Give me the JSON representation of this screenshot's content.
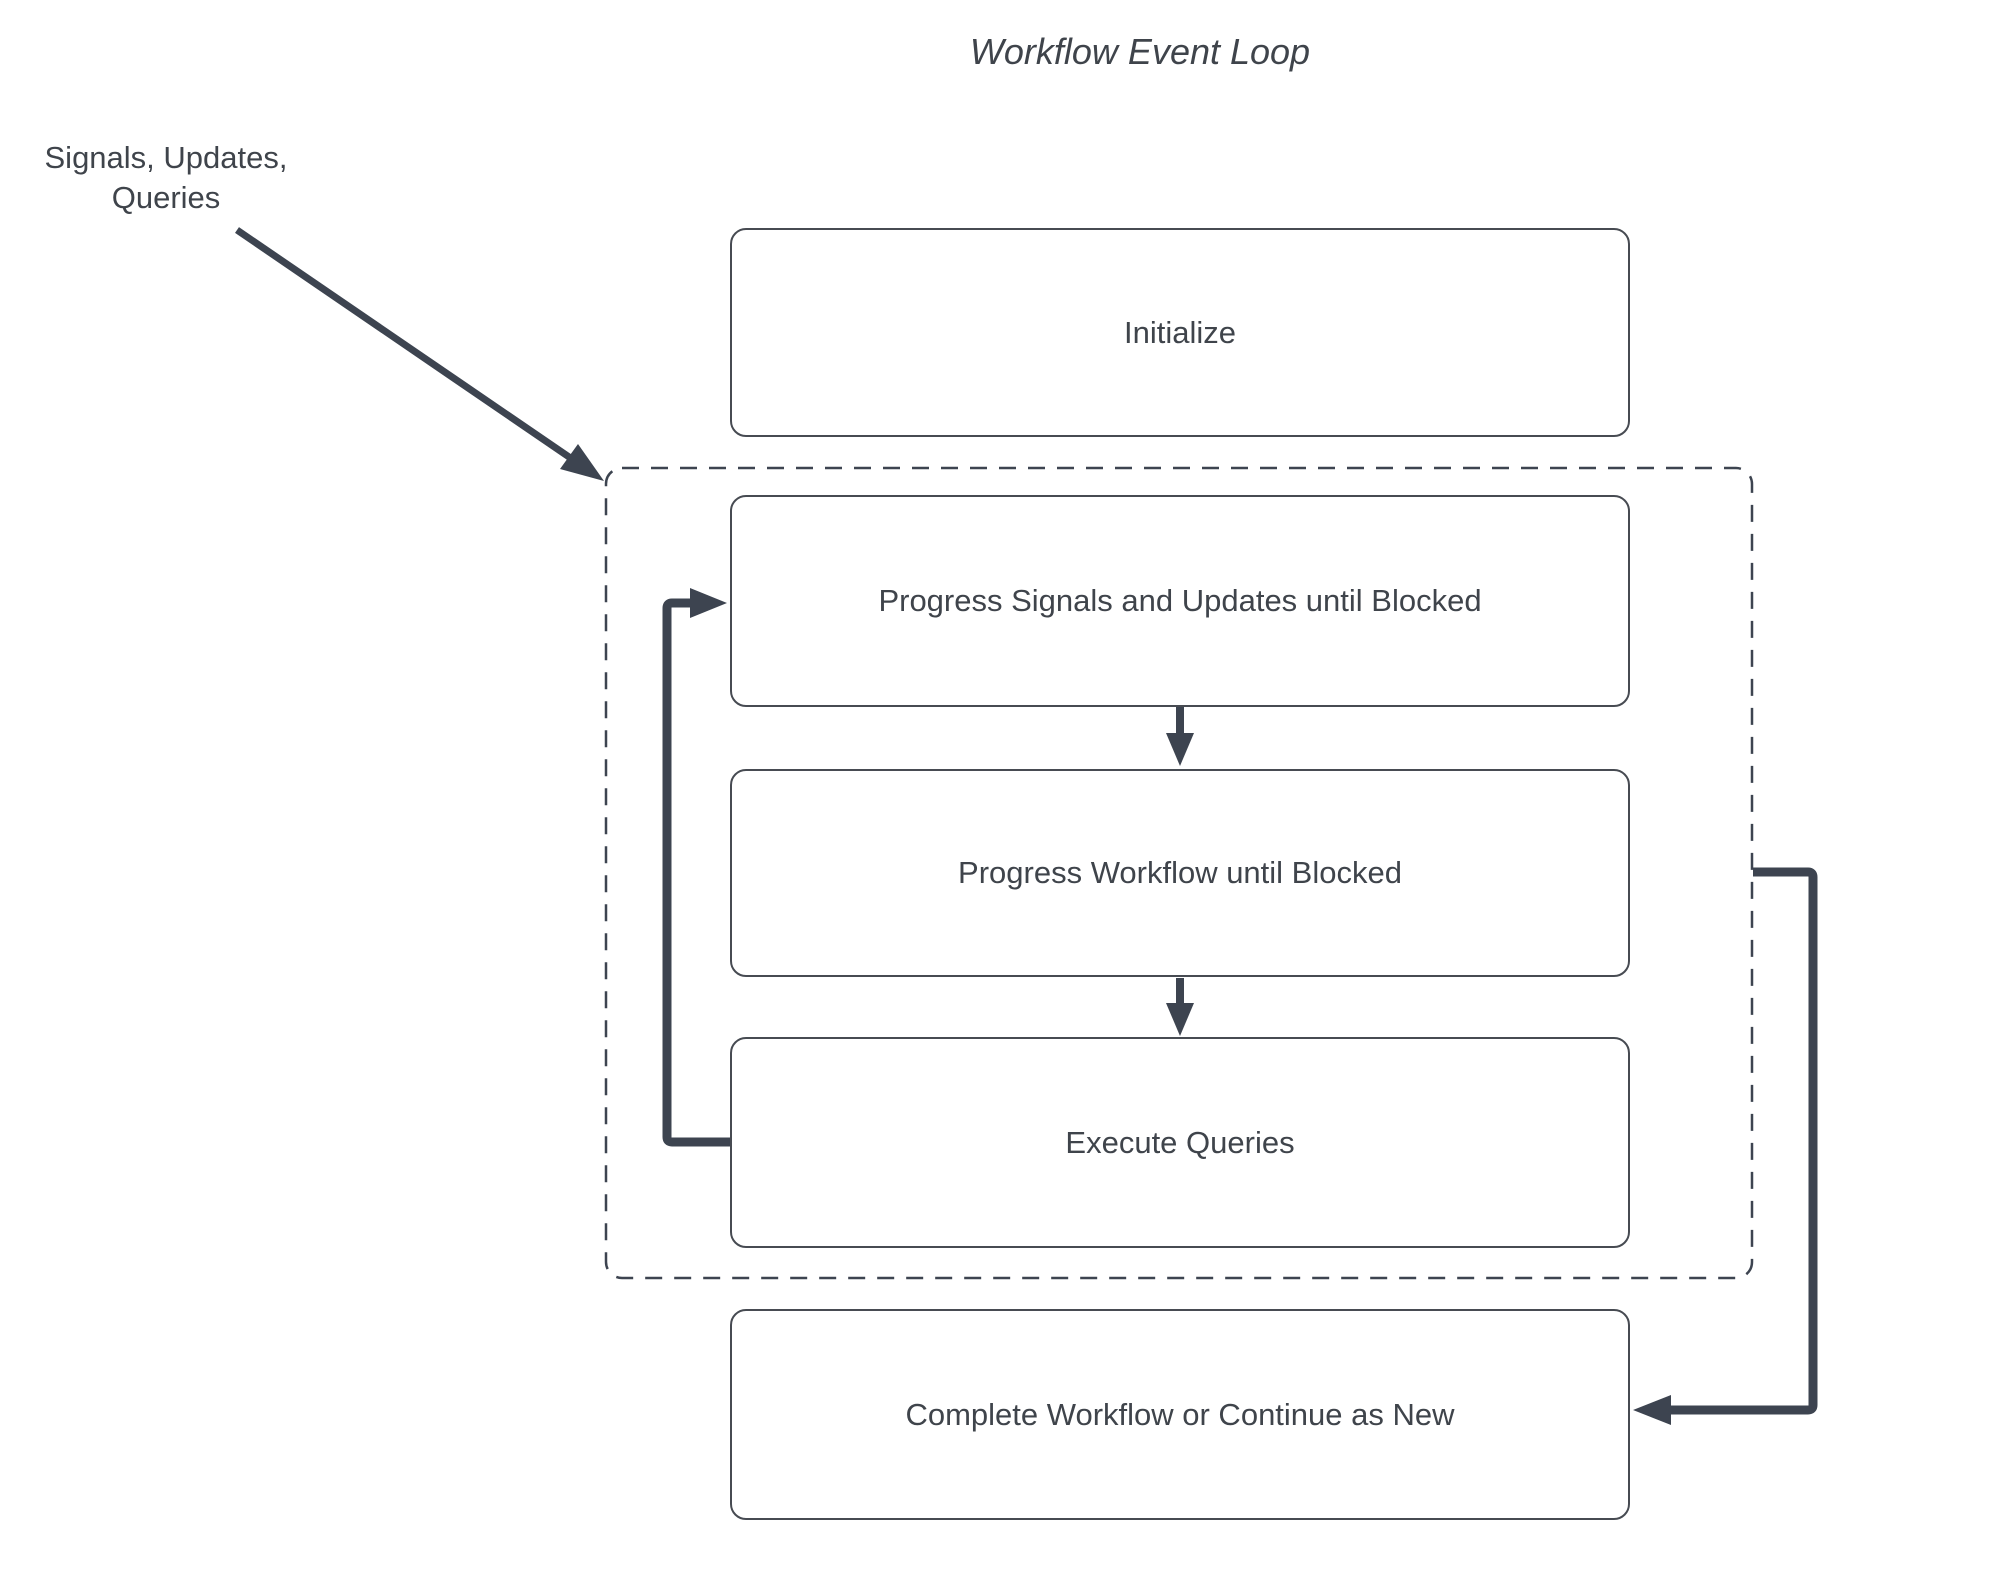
{
  "title": "Workflow Event Loop",
  "annotation": {
    "line1": "Signals, Updates,",
    "line2": "Queries"
  },
  "nodes": {
    "initialize": {
      "label": "Initialize"
    },
    "progress_signals": {
      "label": "Progress Signals and Updates until Blocked"
    },
    "progress_workflow": {
      "label": "Progress Workflow until Blocked"
    },
    "execute_queries": {
      "label": "Execute Queries"
    },
    "complete": {
      "label": "Complete Workflow or Continue as New"
    }
  },
  "container": {
    "role": "event-loop-boundary",
    "style": "dashed"
  },
  "edges": [
    {
      "from": "annotation",
      "to": "event-loop-container",
      "style": "thin-diagonal-arrow"
    },
    {
      "from": "progress_signals",
      "to": "progress_workflow",
      "style": "short-down-arrow"
    },
    {
      "from": "progress_workflow",
      "to": "execute_queries",
      "style": "short-down-arrow"
    },
    {
      "from": "execute_queries",
      "to": "progress_signals",
      "style": "thick-elbow-arrow-left-loop"
    },
    {
      "from": "event-loop-container",
      "to": "complete",
      "style": "thick-elbow-arrow-right"
    }
  ],
  "colors": {
    "connector": "#3d4450",
    "box_border": "#474b52",
    "dashed_border": "#3d4450",
    "text": "#3f444b",
    "background": "#ffffff"
  }
}
